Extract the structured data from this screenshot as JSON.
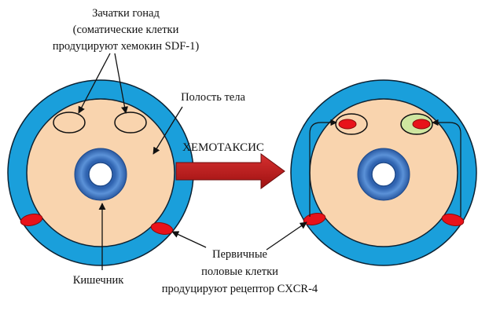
{
  "labels": {
    "gonad_rudiments_line1": "Зачатки гонад",
    "gonad_rudiments_line2": "(соматические клетки",
    "gonad_rudiments_line3": "продуцируют хемокин SDF-1)",
    "body_cavity": "Полость тела",
    "chemotaxis": "ХЕМОТАКСИС",
    "intestine": "Кишечник",
    "germ_cells_line1": "Первичные",
    "germ_cells_line2": "половые клетки",
    "germ_cells_line3": "продуцируют рецептор CXCR-4"
  },
  "colors": {
    "body_wall": "#1a9fdb",
    "cavity": "#f9d4ae",
    "gut_ring": "#3b73c2",
    "germ_cell": "#e8121a",
    "arrow": "#c41a1a",
    "gonad_fill_right": "#cfe6a0",
    "outline": "#0c2233"
  }
}
